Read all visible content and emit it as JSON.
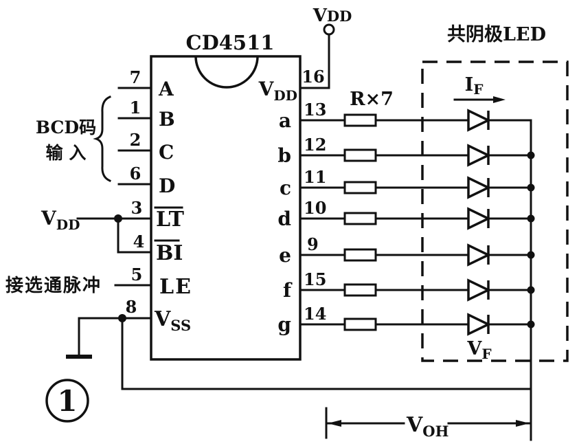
{
  "figure": {
    "number": "1"
  },
  "ic": {
    "name": "CD4511",
    "left_pins": [
      {
        "pin": "7",
        "label": "A"
      },
      {
        "pin": "1",
        "label": "B"
      },
      {
        "pin": "2",
        "label": "C"
      },
      {
        "pin": "6",
        "label": "D"
      },
      {
        "pin": "3",
        "label": "LT",
        "overline": true
      },
      {
        "pin": "4",
        "label": "BI",
        "overline": true
      },
      {
        "pin": "5",
        "label": "LE",
        "overline": false
      },
      {
        "pin": "8",
        "label_main": "V",
        "label_sub": "SS"
      }
    ],
    "vdd_pin": {
      "pin": "16",
      "label_main": "V",
      "label_sub": "DD"
    }
  },
  "segment_rows": [
    {
      "pin": "13",
      "segment": "a"
    },
    {
      "pin": "12",
      "segment": "b"
    },
    {
      "pin": "11",
      "segment": "c"
    },
    {
      "pin": "10",
      "segment": "d"
    },
    {
      "pin": "9",
      "segment": "e"
    },
    {
      "pin": "15",
      "segment": "f"
    },
    {
      "pin": "14",
      "segment": "g"
    }
  ],
  "labels": {
    "bcd_input_line1": "BCD码",
    "bcd_input_line2": "输 入",
    "strobe_input": "接选通脉冲",
    "vdd_left_main": "V",
    "vdd_left_sub": "DD",
    "vdd_top_main": "V",
    "vdd_top_sub": "DD",
    "resistors": "R×7",
    "led_box": "共阴极LED",
    "forward_current_main": "I",
    "forward_current_sub": "F",
    "forward_voltage_main": "V",
    "forward_voltage_sub": "F",
    "output_high_main": "V",
    "output_high_sub": "OH"
  },
  "colors": {
    "ink": "#111111",
    "paper": "#ffffff"
  }
}
